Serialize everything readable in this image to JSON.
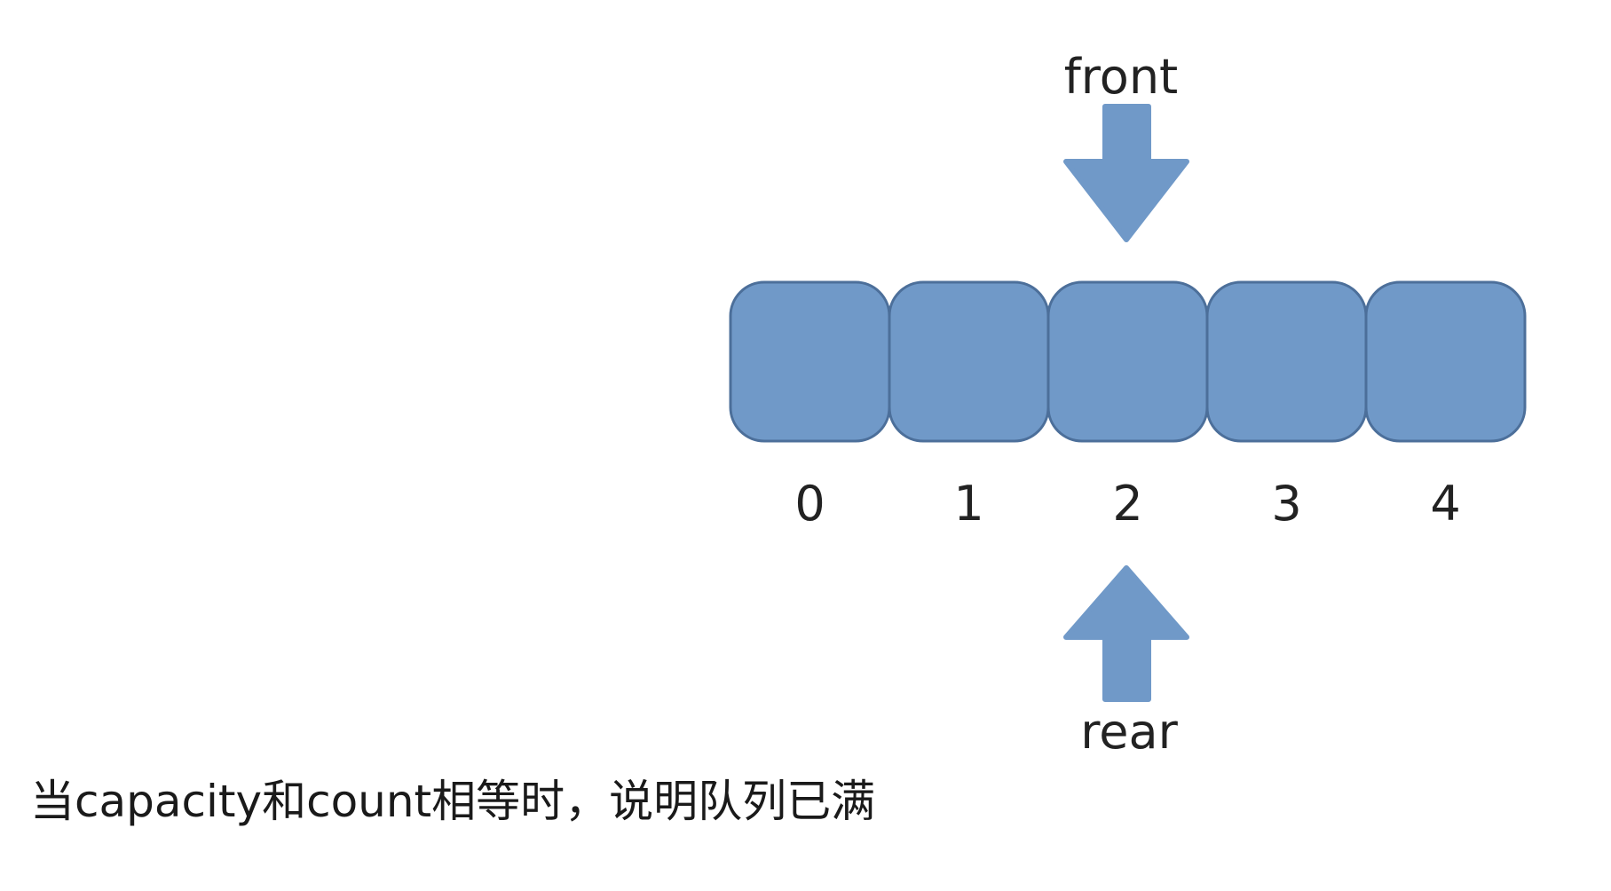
{
  "labels": {
    "front": "front",
    "rear": "rear"
  },
  "queue": {
    "capacity": 5,
    "indices": [
      "0",
      "1",
      "2",
      "3",
      "4"
    ],
    "front_index": 2,
    "rear_index": 2
  },
  "caption": "当capacity和count相等时，说明队列已满",
  "colors": {
    "cell_fill": "#7099c8",
    "cell_stroke": "#4c6f9a",
    "arrow_fill": "#7099c8",
    "text": "#222222",
    "background": "#ffffff"
  }
}
